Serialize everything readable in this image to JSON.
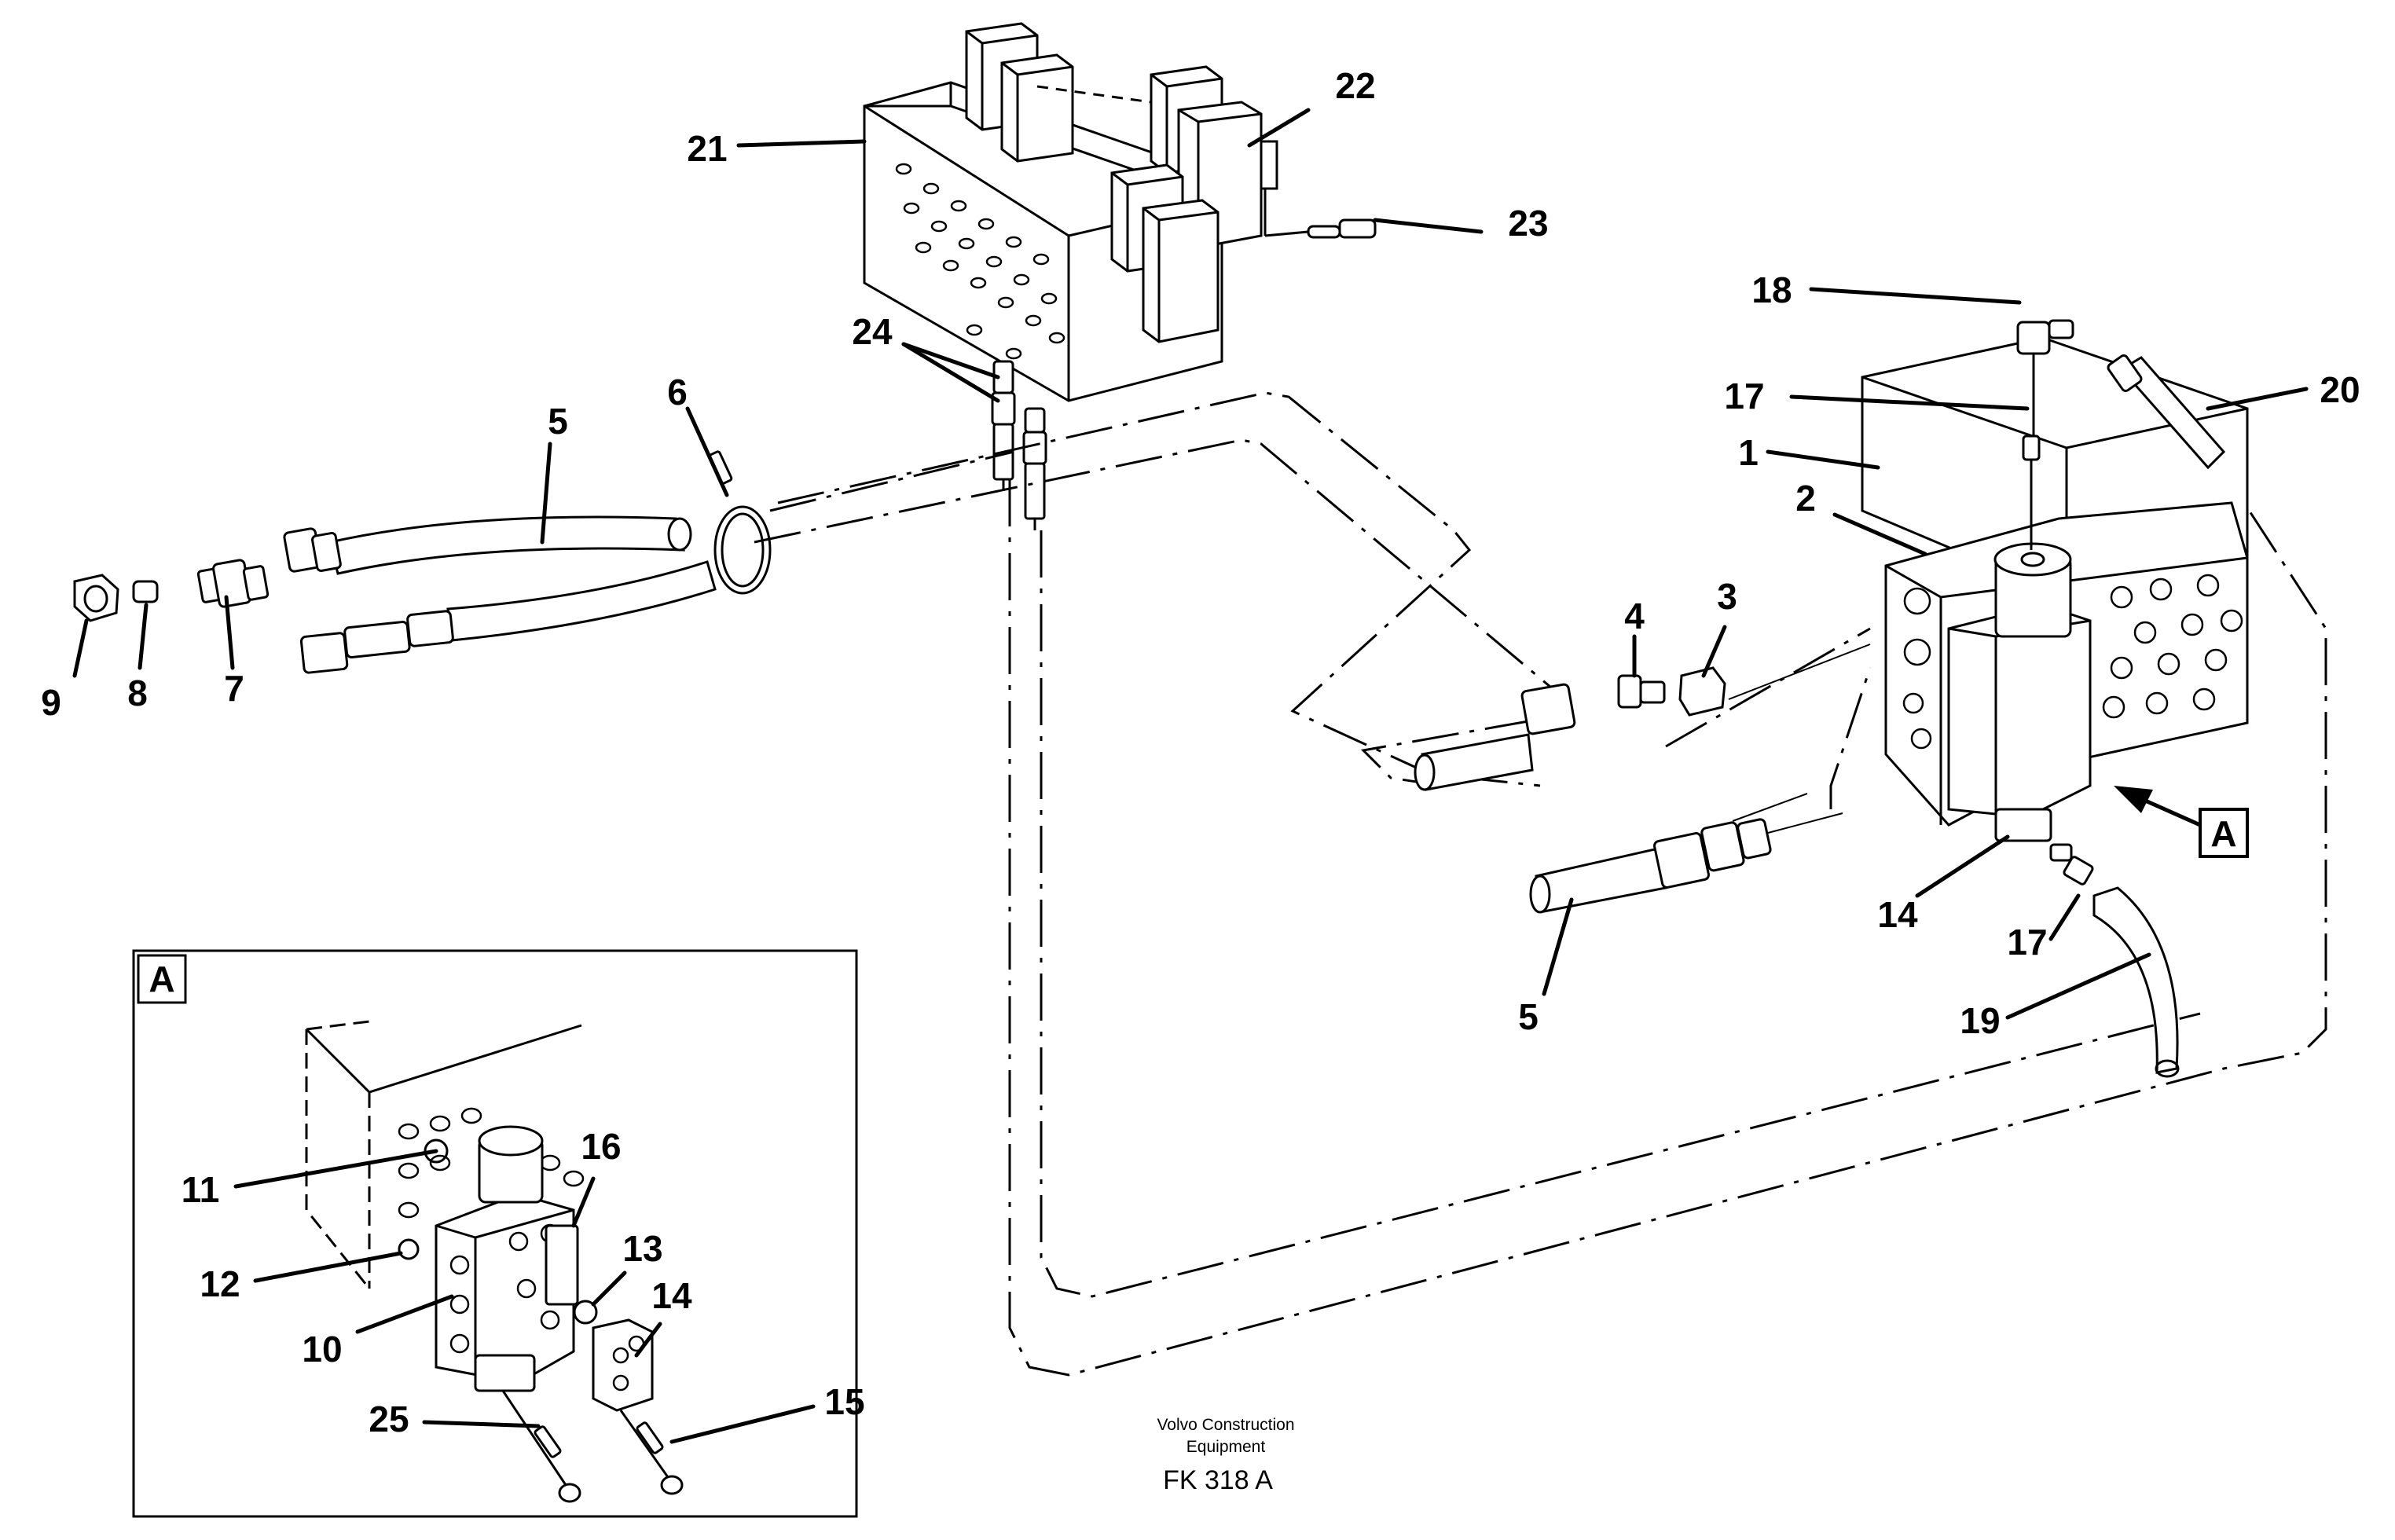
{
  "callouts": [
    {
      "id": "c1",
      "label": "1"
    },
    {
      "id": "c2",
      "label": "2"
    },
    {
      "id": "c3",
      "label": "3"
    },
    {
      "id": "c4",
      "label": "4"
    },
    {
      "id": "c5a",
      "label": "5"
    },
    {
      "id": "c5b",
      "label": "5"
    },
    {
      "id": "c6",
      "label": "6"
    },
    {
      "id": "c7",
      "label": "7"
    },
    {
      "id": "c8",
      "label": "8"
    },
    {
      "id": "c9",
      "label": "9"
    },
    {
      "id": "c10",
      "label": "10"
    },
    {
      "id": "c11",
      "label": "11"
    },
    {
      "id": "c12",
      "label": "12"
    },
    {
      "id": "c13",
      "label": "13"
    },
    {
      "id": "c14a",
      "label": "14"
    },
    {
      "id": "c14b",
      "label": "14"
    },
    {
      "id": "c15",
      "label": "15"
    },
    {
      "id": "c16",
      "label": "16"
    },
    {
      "id": "c17a",
      "label": "17"
    },
    {
      "id": "c17b",
      "label": "17"
    },
    {
      "id": "c18",
      "label": "18"
    },
    {
      "id": "c19",
      "label": "19"
    },
    {
      "id": "c20",
      "label": "20"
    },
    {
      "id": "c21",
      "label": "21"
    },
    {
      "id": "c22",
      "label": "22"
    },
    {
      "id": "c23",
      "label": "23"
    },
    {
      "id": "c24",
      "label": "24"
    },
    {
      "id": "c25",
      "label": "25"
    }
  ],
  "view_marker": "A",
  "detail_label": "A",
  "caption": {
    "line1": "Volvo Construction",
    "line2": "Equipment",
    "code": "FK 318 A"
  }
}
